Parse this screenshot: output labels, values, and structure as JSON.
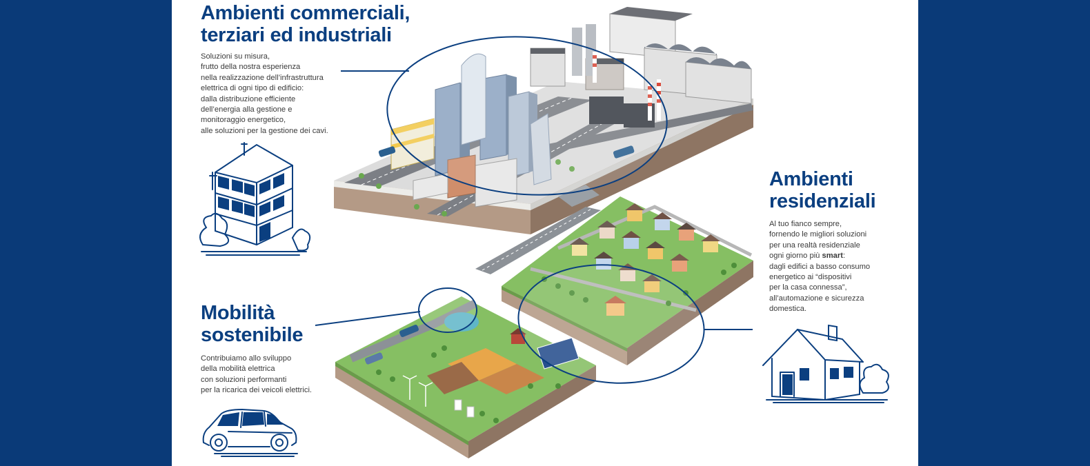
{
  "colors": {
    "frame_blue": "#0a3a78",
    "heading_blue": "#0b3f80",
    "text_gray": "#3a3a3a",
    "panel": "#ffffff"
  },
  "commercial": {
    "title_lines": [
      "Ambienti commerciali,",
      "terziari ed industriali"
    ],
    "body_lines": [
      "Soluzioni su misura,",
      "frutto della nostra esperienza",
      "nella realizzazione dell’infrastruttura",
      "elettrica di ogni tipo di edificio:",
      "dalla distribuzione efficiente",
      "dell’energia alla gestione e",
      "monitoraggio energetico,",
      "alle soluzioni per la gestione dei cavi."
    ],
    "icon": "office-building-icon"
  },
  "residential": {
    "title_lines": [
      "Ambienti",
      "residenziali"
    ],
    "body_lines": [
      "Al tuo fianco sempre,",
      "fornendo le migliori soluzioni",
      "per una realtà residenziale"
    ],
    "smart_prefix": "ogni giorno più ",
    "smart_word": "smart",
    "smart_suffix": ":",
    "body_lines_after": [
      "dagli edifici a basso consumo",
      "energetico ai “dispositivi",
      "per la casa connessa”,",
      "all’automazione e sicurezza",
      "domestica."
    ],
    "icon": "house-icon"
  },
  "mobility": {
    "title_lines": [
      "Mobilità",
      "sostenibile"
    ],
    "body_lines": [
      "Contribuiamo allo sviluppo",
      "della mobilità elettrica",
      "con soluzioni performanti",
      "per la ricarica dei veicoli elettrici."
    ],
    "icon": "electric-car-icon"
  },
  "illustration": {
    "icon": "isometric-city-illustration"
  }
}
